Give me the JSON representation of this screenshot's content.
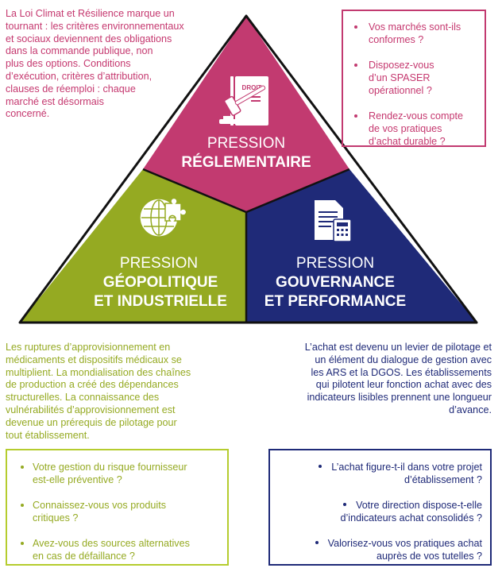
{
  "colors": {
    "pink": "#c23a70",
    "green": "#95aa22",
    "navy": "#1f2a78"
  },
  "top_left_text": [
    "La Loi Climat et Résilience marque un",
    "tournant : les critères environnementaux",
    "et sociaux deviennent des obligations",
    "dans la commande publique, non",
    "plus des options. Conditions",
    "d’exécution, critères d’attribution,",
    "clauses de réemploi : chaque",
    "marché est désormais",
    "concerné."
  ],
  "top_right_questions": [
    [
      "Vos marchés sont-ils",
      "conformes ?"
    ],
    [
      "Disposez-vous",
      "d’un SPASER",
      "opérationnel ?"
    ],
    [
      "Rendez-vous compte",
      "de vos pratiques",
      "d’achat durable ?"
    ]
  ],
  "triangle": {
    "top": {
      "icon": "gavel-law-book-icon",
      "icon_label": "DROIT",
      "line1": "PRESSION",
      "line2": "RÉGLEMENTAIRE"
    },
    "left": {
      "icon": "globe-puzzle-icon",
      "line1": "PRESSION",
      "line2": "GÉOPOLITIQUE",
      "line3": "ET INDUSTRIELLE"
    },
    "right": {
      "icon": "document-calculator-icon",
      "line1": "PRESSION",
      "line2": "GOUVERNANCE",
      "line3": "ET PERFORMANCE"
    }
  },
  "bottom_left_text": [
    "Les ruptures d’approvisionnement en",
    "médicaments et dispositifs médicaux se",
    "multiplient. La mondialisation des chaînes",
    "de production a créé des dépendances",
    "structurelles. La connaissance des",
    "vulnérabilités d’approvisionnement est",
    "devenue un prérequis de pilotage pour",
    "tout établissement."
  ],
  "bottom_right_text": [
    "L’achat est devenu un levier de pilotage et",
    "un élément du dialogue de gestion avec",
    "les ARS et la DGOS. Les établissements",
    "qui pilotent leur fonction achat avec des",
    "indicateurs lisibles prennent une longueur",
    "d’avance."
  ],
  "bottom_left_questions": [
    [
      "Votre gestion du risque fournisseur",
      "est-elle préventive ?"
    ],
    [
      "Connaissez-vous vos produits",
      "critiques ?"
    ],
    [
      "Avez-vous des sources alternatives",
      "en cas de défaillance ?"
    ]
  ],
  "bottom_right_questions": [
    [
      "L’achat figure-t-il dans votre projet",
      "d’établissement ?"
    ],
    [
      "Votre direction dispose-t-elle",
      "d’indicateurs achat consolidés ?"
    ],
    [
      "Valorisez-vous vos pratiques achat",
      "auprès de vos tutelles ?"
    ]
  ]
}
